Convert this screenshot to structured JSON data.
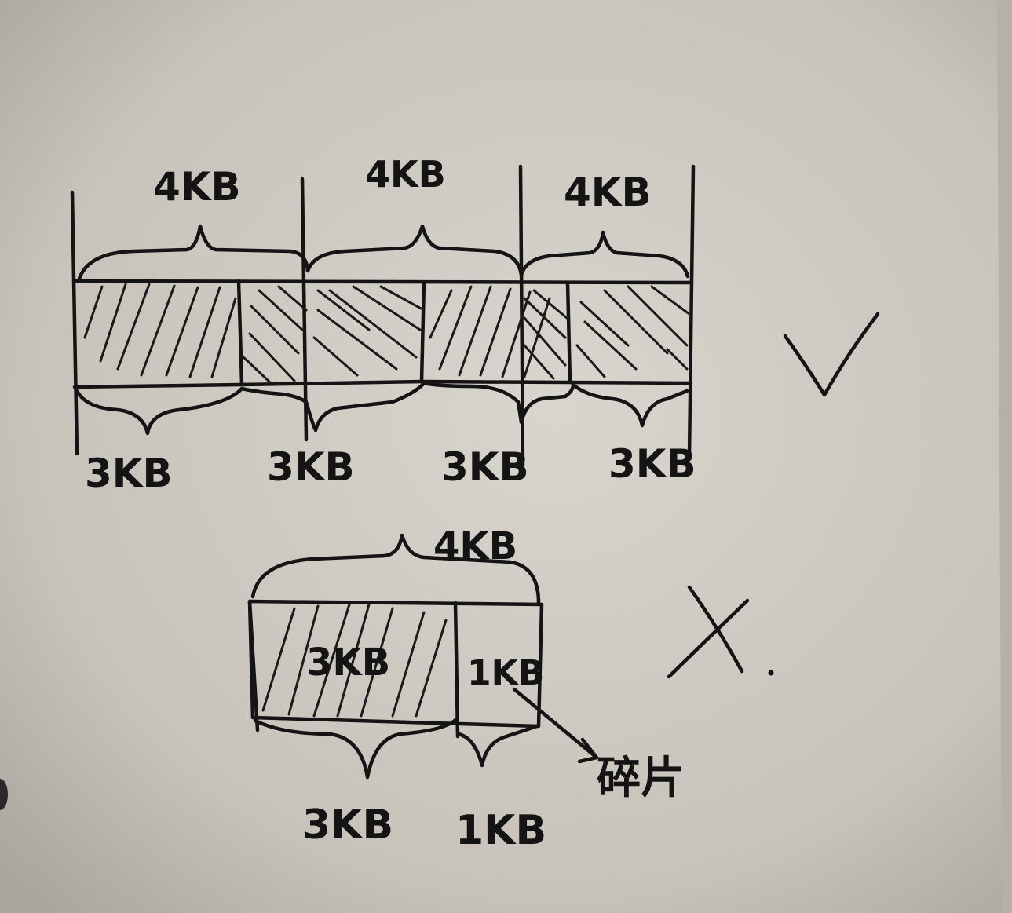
{
  "top_diagram": {
    "page_labels": [
      "4KB",
      "4KB",
      "4KB"
    ],
    "object_labels": [
      "3KB",
      "3KB",
      "3KB",
      "3KB"
    ],
    "mark": "✓",
    "mark_icon": "check-mark-icon"
  },
  "bottom_diagram": {
    "page_label": "4KB",
    "cell_labels": [
      "3KB",
      "1KB"
    ],
    "size_labels": [
      "3KB",
      "1KB"
    ],
    "arrow_label": "碎片",
    "arrow_icon": "arrow-icon",
    "mark": "X.",
    "mark_icon": "cross-mark-icon"
  }
}
